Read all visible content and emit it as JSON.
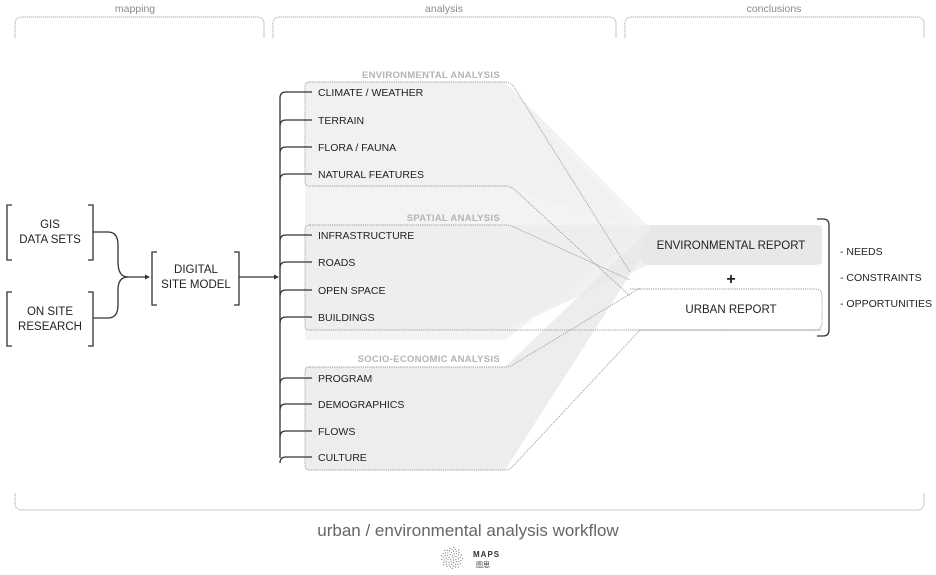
{
  "phases": [
    {
      "id": "mapping",
      "label": "mapping"
    },
    {
      "id": "analysis",
      "label": "analysis"
    },
    {
      "id": "conclusions",
      "label": "conclusions"
    }
  ],
  "inputs": [
    {
      "id": "gis",
      "lines": [
        "GIS",
        "DATA SETS"
      ]
    },
    {
      "id": "onsite",
      "lines": [
        "ON SITE",
        "RESEARCH"
      ]
    }
  ],
  "model": {
    "lines": [
      "DIGITAL",
      "SITE MODEL"
    ]
  },
  "groups": [
    {
      "id": "environmental",
      "title": "ENVIRONMENTAL ANALYSIS",
      "items": [
        "CLIMATE / WEATHER",
        "TERRAIN",
        "FLORA / FAUNA",
        "NATURAL FEATURES"
      ]
    },
    {
      "id": "spatial",
      "title": "SPATIAL ANALYSIS",
      "items": [
        "INFRASTRUCTURE",
        "ROADS",
        "OPEN SPACE",
        "BUILDINGS"
      ]
    },
    {
      "id": "socio-economic",
      "title": "SOCIO-ECONOMIC ANALYSIS",
      "items": [
        "PROGRAM",
        "DEMOGRAPHICS",
        "FLOWS",
        "CULTURE"
      ]
    }
  ],
  "reports": {
    "environmental": "ENVIRONMENTAL REPORT",
    "plus": "+",
    "urban": "URBAN REPORT"
  },
  "outcomes": [
    "- NEEDS",
    "- CONSTRAINTS",
    "- OPPORTUNITIES"
  ],
  "caption": "urban / environmental analysis workflow",
  "logo": {
    "name": "MAPS",
    "subtitle": "图思"
  },
  "colors": {
    "env_fill": "#f1f1f1",
    "group_fill": "#ececec",
    "report_fill": "#e8e8e8",
    "line": "#333333",
    "dotted": "#9a9a9a"
  }
}
